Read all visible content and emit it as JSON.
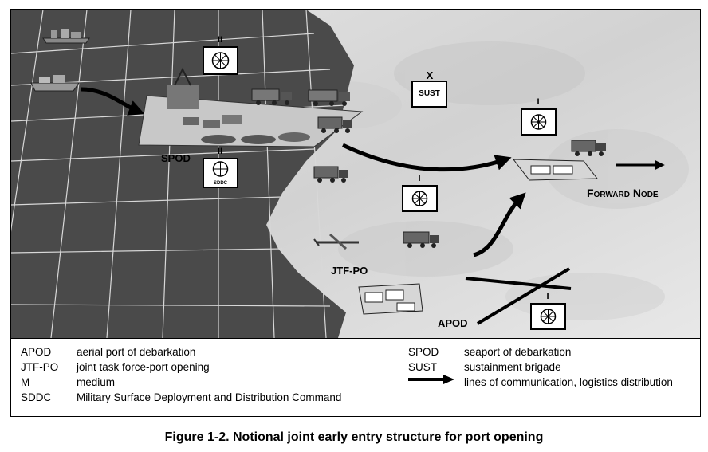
{
  "scene": {
    "spod_label": "SPOD",
    "apod_label": "APOD",
    "jtfpo_label": "JTF-PO",
    "forward_node_label": "Forward Node",
    "sust_box_text": "SUST",
    "sust_echelon": "X",
    "sddc_box_text": "SDDC",
    "echelon_ii": "II",
    "echelon_i": "I"
  },
  "legend": {
    "left": [
      {
        "abbr": "APOD",
        "def": "aerial port of debarkation"
      },
      {
        "abbr": "JTF-PO",
        "def": "joint task force-port opening"
      },
      {
        "abbr": "M",
        "def": "medium"
      },
      {
        "abbr": "SDDC",
        "def": "Military Surface Deployment and Distribution Command"
      }
    ],
    "right": [
      {
        "abbr": "SPOD",
        "def": "seaport of debarkation"
      },
      {
        "abbr": "SUST",
        "def": "sustainment brigade"
      },
      {
        "abbr": "",
        "def": "lines of communication, logistics distribution"
      }
    ]
  },
  "caption": "Figure 1-2. Notional joint early entry structure for port opening"
}
